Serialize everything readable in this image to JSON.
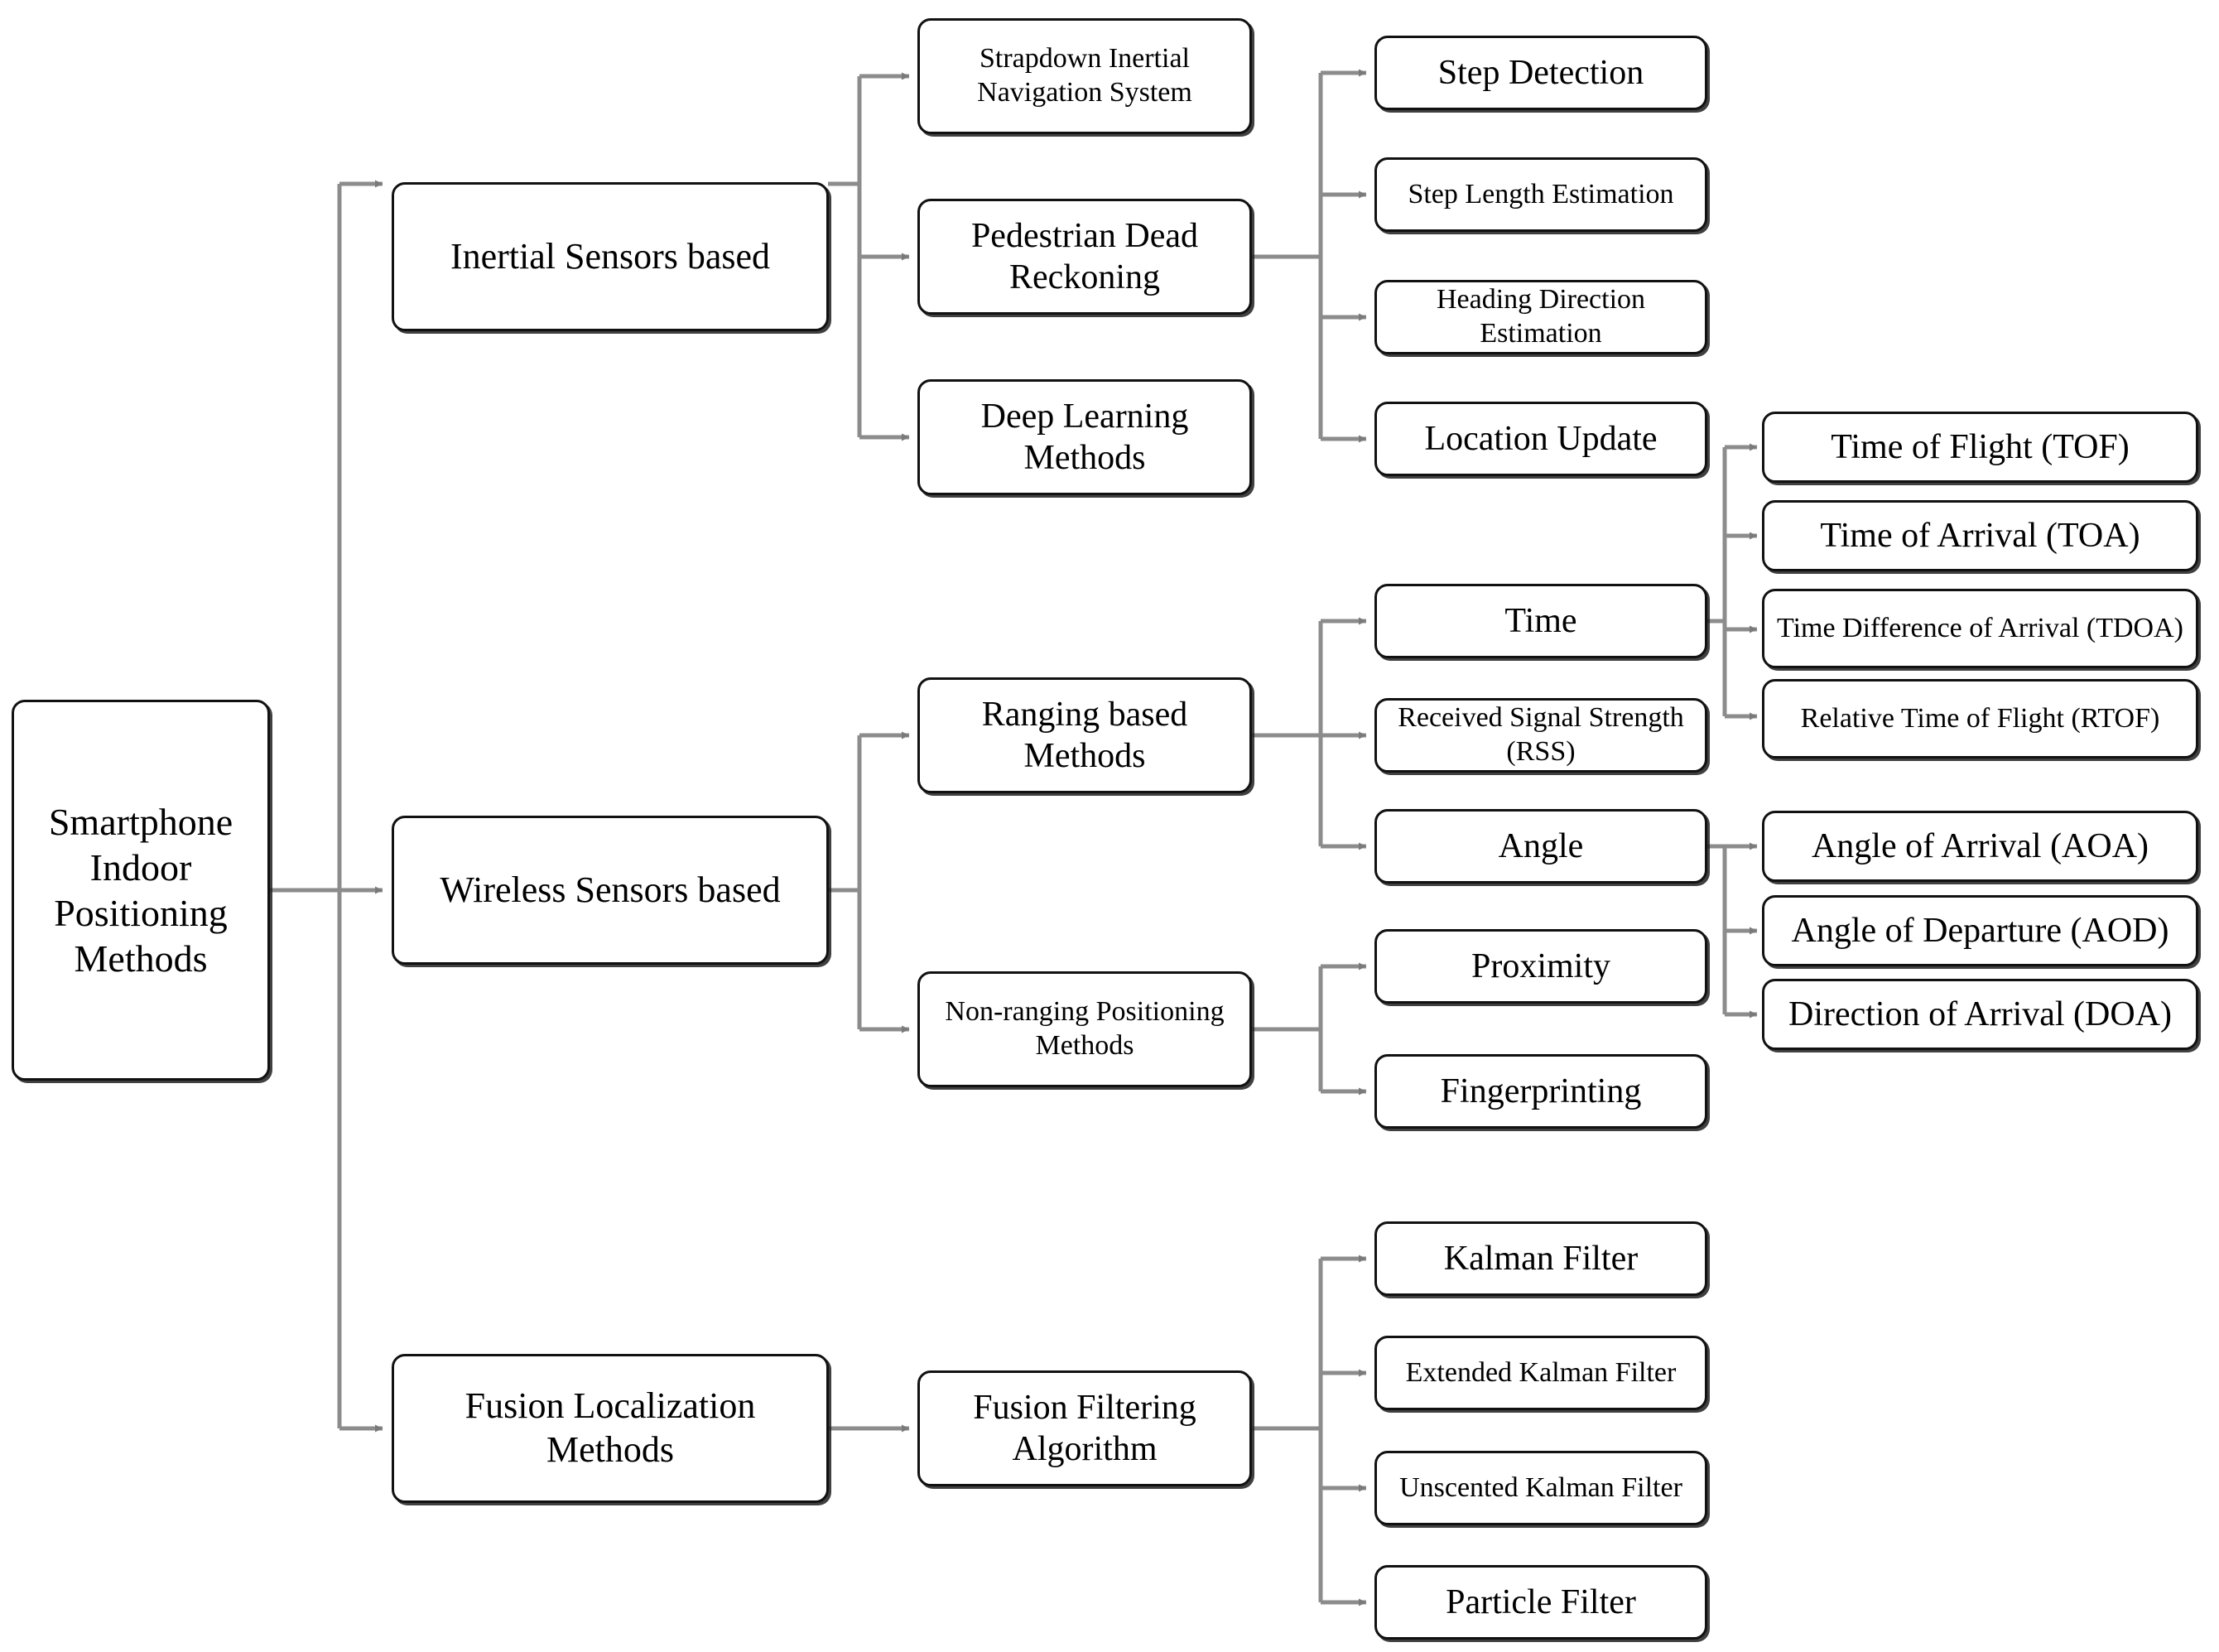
{
  "diagram": {
    "title": "Smartphone Indoor Positioning Methods",
    "type": "hierarchical-tree-taxonomy",
    "orientation": "left-to-right",
    "colors": {
      "node_border": "#111111",
      "node_fill": "#ffffff",
      "edge": "#8c8c8c",
      "arrow": "#7a7a7a",
      "text": "#000000",
      "background": "#ffffff"
    },
    "levels": 5
  },
  "root": {
    "label": "Smartphone Indoor Positioning Methods"
  },
  "level1": {
    "inertial": {
      "label": "Inertial Sensors based"
    },
    "wireless": {
      "label": "Wireless Sensors based"
    },
    "fusion": {
      "label": "Fusion Localization Methods"
    }
  },
  "level2": {
    "sins": {
      "label": "Strapdown Inertial Navigation System"
    },
    "pdr": {
      "label": "Pedestrian Dead Reckoning"
    },
    "deep": {
      "label": "Deep Learning Methods"
    },
    "ranging": {
      "label": "Ranging based Methods"
    },
    "nonranging": {
      "label": "Non-ranging Positioning Methods"
    },
    "fusionfilt": {
      "label": "Fusion Filtering Algorithm"
    }
  },
  "level3": {
    "step_detection": {
      "label": "Step Detection"
    },
    "step_length": {
      "label": "Step Length Estimation"
    },
    "heading": {
      "label": "Heading Direction Estimation"
    },
    "location_update": {
      "label": "Location Update"
    },
    "time": {
      "label": "Time"
    },
    "rss": {
      "label": "Received Signal Strength (RSS)"
    },
    "angle": {
      "label": "Angle"
    },
    "proximity": {
      "label": "Proximity"
    },
    "fingerprinting": {
      "label": "Fingerprinting"
    },
    "kalman": {
      "label": "Kalman Filter"
    },
    "ekf": {
      "label": "Extended Kalman Filter"
    },
    "ukf": {
      "label": "Unscented Kalman Filter"
    },
    "particle": {
      "label": "Particle Filter"
    }
  },
  "level4": {
    "tof": {
      "label": "Time of Flight (TOF)"
    },
    "toa": {
      "label": "Time of Arrival (TOA)"
    },
    "tdoa": {
      "label": "Time Difference of Arrival (TDOA)"
    },
    "rtof": {
      "label": "Relative Time of Flight (RTOF)"
    },
    "aoa": {
      "label": "Angle of Arrival (AOA)"
    },
    "aod": {
      "label": "Angle of Departure (AOD)"
    },
    "doa": {
      "label": "Direction of Arrival (DOA)"
    }
  }
}
